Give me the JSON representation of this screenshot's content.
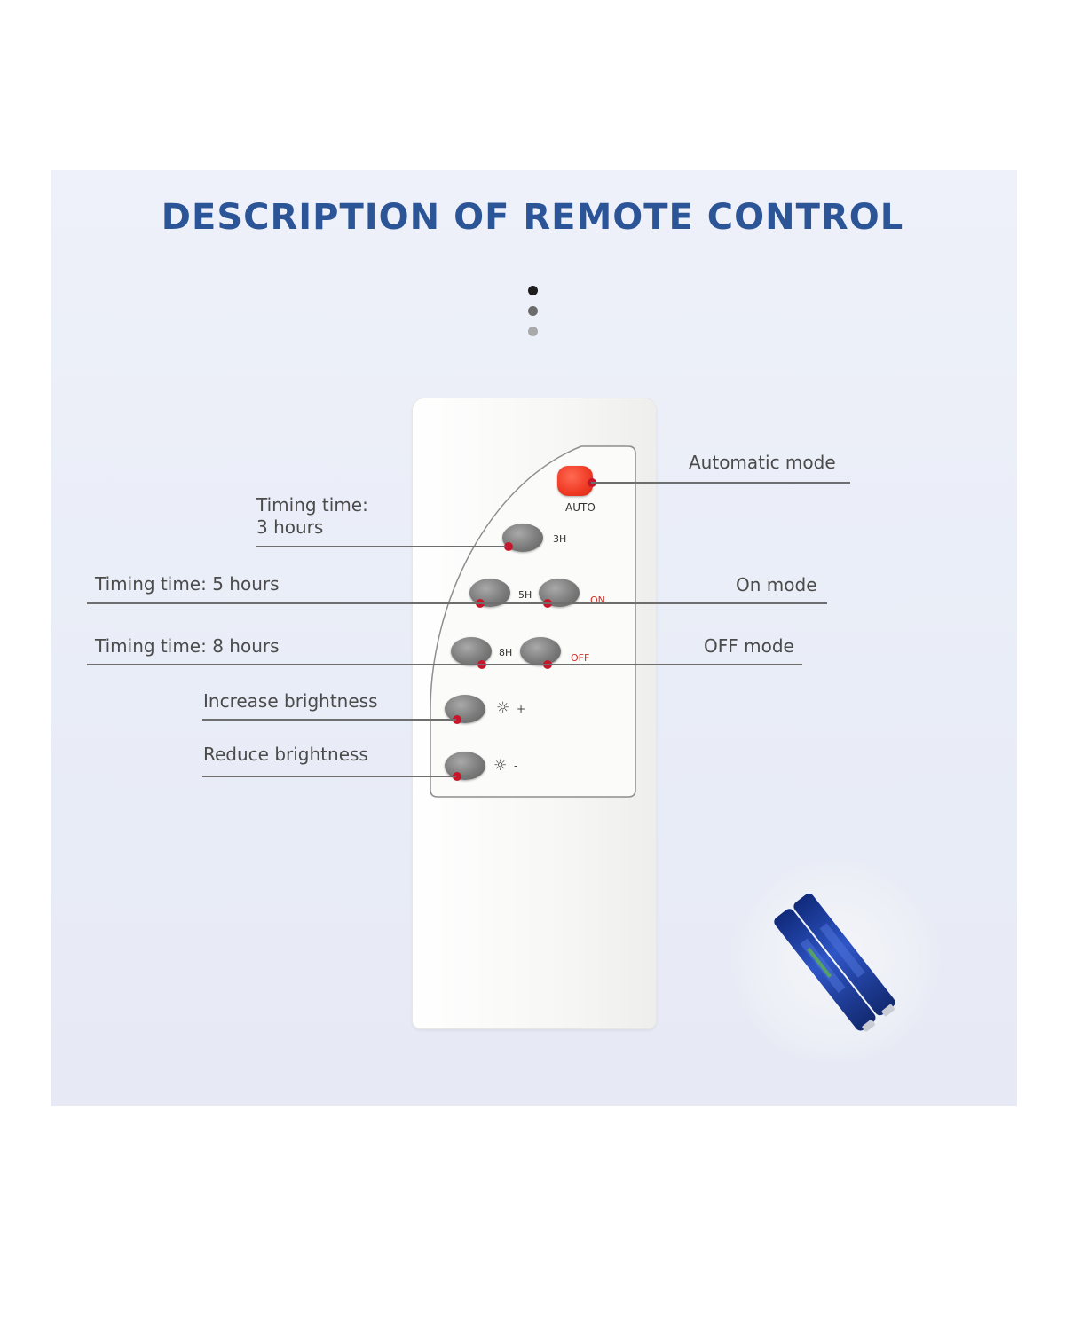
{
  "title": "DESCRIPTION OF REMOTE CONTROL",
  "remote": {
    "buttons": {
      "auto": "AUTO",
      "h3": "3H",
      "h5": "5H",
      "on": "ON",
      "h8": "8H",
      "off": "OFF",
      "brightness_up_sign": "+",
      "brightness_down_sign": "-"
    }
  },
  "annotations": {
    "automatic_mode": "Automatic mode",
    "timing_3h_line1": "Timing time:",
    "timing_3h_line2": "3 hours",
    "timing_5h": "Timing time: 5 hours",
    "on_mode": "On mode",
    "timing_8h": "Timing time: 8 hours",
    "off_mode": "OFF mode",
    "increase_brightness": "Increase brightness",
    "reduce_brightness": "Reduce brightness"
  },
  "colors": {
    "title": "#2c5597",
    "auto_button": "#ef3a25",
    "marker": "#c7162b",
    "battery": "#1f3f9a"
  },
  "icons": {
    "brightness_up": "sun-plus-icon",
    "brightness_down": "sun-minus-icon",
    "batteries": "aaa-batteries-icon"
  }
}
